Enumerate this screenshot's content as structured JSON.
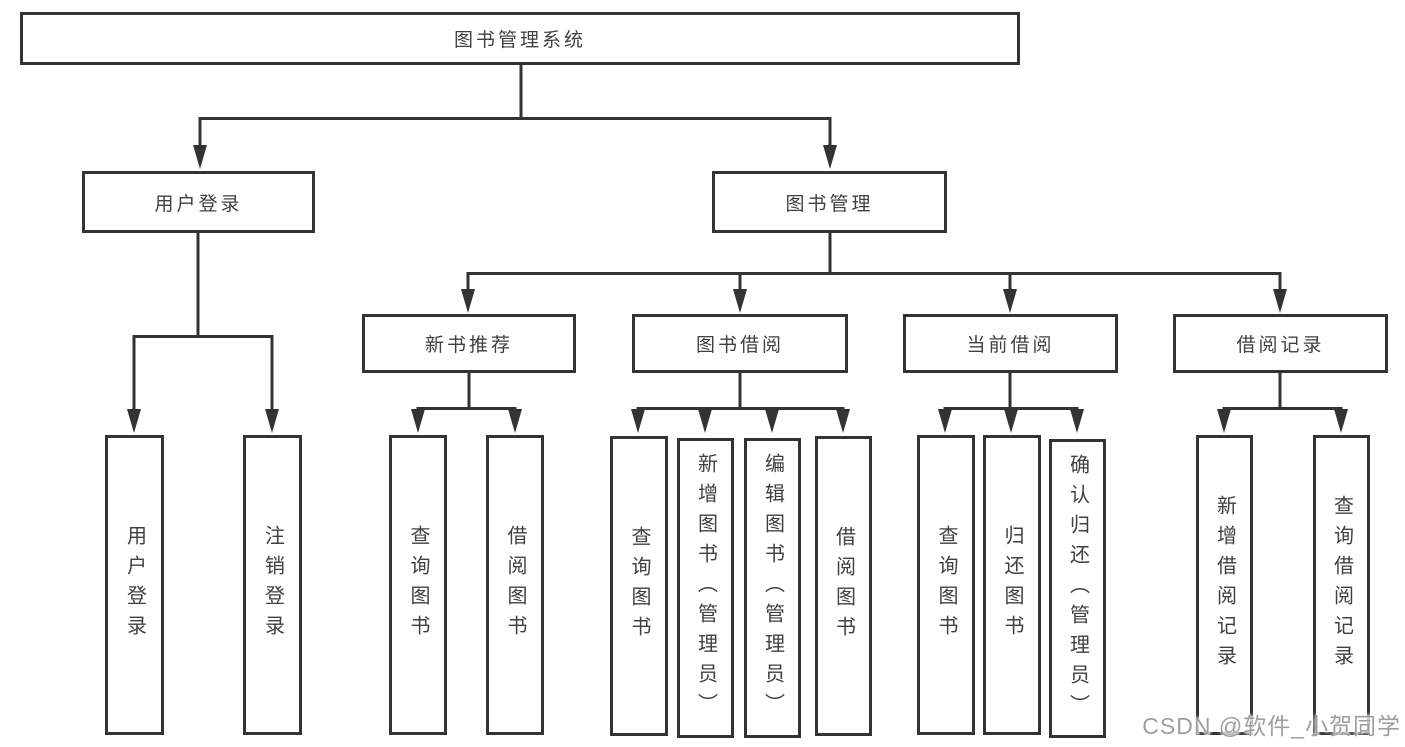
{
  "tree": {
    "label": "图书管理系统",
    "children": [
      {
        "label": "用户登录",
        "children": [
          {
            "label": "用户登录"
          },
          {
            "label": "注销登录"
          }
        ]
      },
      {
        "label": "图书管理",
        "children": [
          {
            "label": "新书推荐",
            "children": [
              {
                "label": "查询图书"
              },
              {
                "label": "借阅图书"
              }
            ]
          },
          {
            "label": "图书借阅",
            "children": [
              {
                "label": "查询图书"
              },
              {
                "label": "新增图书（管理员）"
              },
              {
                "label": "编辑图书（管理员）"
              },
              {
                "label": "借阅图书"
              }
            ]
          },
          {
            "label": "当前借阅",
            "children": [
              {
                "label": "查询图书"
              },
              {
                "label": "归还图书"
              },
              {
                "label": "确认归还（管理员）"
              }
            ]
          },
          {
            "label": "借阅记录",
            "children": [
              {
                "label": "新增借阅记录"
              },
              {
                "label": "查询借阅记录"
              }
            ]
          }
        ]
      }
    ]
  },
  "watermark": {
    "text": "CSDN @软件_小贺同学"
  },
  "colors": {
    "line": "#333333",
    "box_border": "#333333",
    "text": "#404040",
    "background": "#ffffff",
    "watermark": "#9e9e9e"
  }
}
